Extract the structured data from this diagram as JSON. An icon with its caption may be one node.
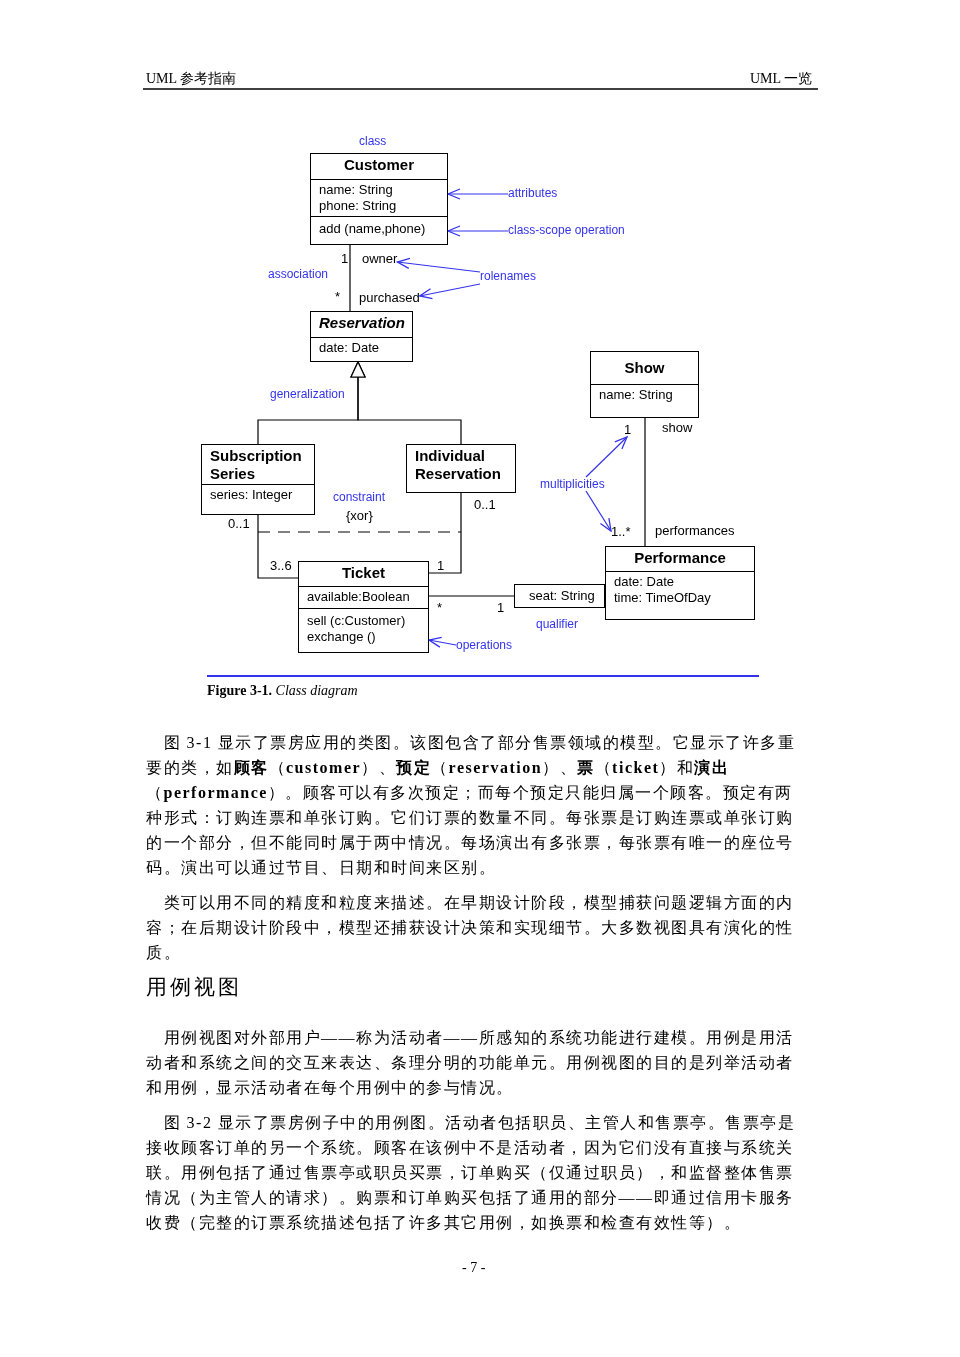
{
  "diagram": {
    "caption": "**Figure 3-1.** *Class diagram*",
    "nodes": [
      {
        "text": [
          "Customer",
          "name: String",
          "phone: String",
          "add (name,phone)"
        ],
        "beside": [
          "class"
        ]
      },
      {
        "text": [
          "Reservation",
          "date: Date"
        ]
      },
      {
        "text": [
          "Show",
          "name: String"
        ]
      },
      {
        "text": [
          "Subscription Series",
          "series: Integer"
        ]
      },
      {
        "text": [
          "Individual Reservation"
        ]
      },
      {
        "text": [
          "Ticket",
          "available:Boolean",
          "sell (c:Customer)",
          "exchange ()"
        ]
      },
      {
        "text": [
          "seat: String"
        ]
      },
      {
        "text": [
          "Performance",
          "date: Date",
          "time: TimeOfDay"
        ]
      },
      {
        "text": [
          "attributes"
        ]
      },
      {
        "text": [
          "class-scope operation"
        ]
      },
      {
        "text": [
          "owner"
        ]
      },
      {
        "text": [
          "purchased"
        ]
      },
      {
        "text": [
          "rolenames"
        ]
      },
      {
        "text": [
          "multiplicities"
        ]
      },
      {
        "text": [
          "1"
        ]
      },
      {
        "text": [
          "1..*"
        ]
      },
      {
        "text": [
          "operations"
        ]
      }
    ],
    "edges": [
      {
        "from": 0,
        "to": 1,
        "arrow": "none"
      },
      {
        "from": 3,
        "to": 1,
        "arrow": "to"
      },
      {
        "from": 4,
        "to": 1,
        "arrow": "to"
      },
      {
        "from": 3,
        "to": 5,
        "arrow": "none"
      },
      {
        "from": 4,
        "to": 5,
        "arrow": "none"
      },
      {
        "from": 5,
        "to": 6,
        "arrow": "none"
      },
      {
        "from": 2,
        "to": 7,
        "arrow": "none"
      },
      {
        "from": 8,
        "to": 0,
        "arrow": "to",
        "color": "#3333ee"
      },
      {
        "from": 9,
        "to": 0,
        "arrow": "to",
        "color": "#3333ee"
      },
      {
        "from": 12,
        "to": 10,
        "arrow": "to",
        "color": "#3333ee"
      },
      {
        "from": 12,
        "to": 11,
        "arrow": "to",
        "color": "#3333ee"
      },
      {
        "from": 13,
        "to": 14,
        "arrow": "to",
        "color": "#3333ee"
      },
      {
        "from": 13,
        "to": 15,
        "arrow": "to",
        "color": "#3333ee"
      },
      {
        "from": 16,
        "to": 5,
        "arrow": "to",
        "color": "#3333ee"
      }
    ],
    "labels": [
      "UML 参考指南",
      "UML 一览",
      "association",
      "1",
      "*",
      "generalization",
      "0..1",
      "constraint",
      "0..1",
      "{xor}",
      "3..6",
      "1",
      "*",
      "1",
      "qualifier",
      "show",
      "performances",
      "图 3-1 显示了票房应用的类图。该图包含了部分售票领域的模型。它显示了许多重要的类，如**顾客**（**customer**）、**预定**（**reservation**）、**票**（**ticket**）和**演出**（**performance**）。顾客可以有多次预定；而每个预定只能归属一个顾客。预定有两种形式：订购连票和单张订购。它们订票的数量不同。每张票是订购连票或单张订购的一个部分，但不能同时属于两中情况。每场演出有多张票，每张票有唯一的座位号码。演出可以通过节目、日期和时间来区别。",
      "类可以用不同的精度和粒度来描述。在早期设计阶段，模型捕获问题逻辑方面的内容；在后期设计阶段中，模型还捕获设计决策和实现细节。大多数视图具有演化的性质。",
      "用例视图",
      "用例视图对外部用户——称为活动者——所感知的系统功能进行建模。用例是用活动者和系统之间的交互来表达、条理分明的功能单元。用例视图的目的是列举活动者和用例，显示活动者在每个用例中的参与情况。",
      "图 3-2 显示了票房例子中的用例图。活动者包括职员、主管人和售票亭。售票亭是接收顾客订单的另一个系统。顾客在该例中不是活动者，因为它们没有直接与系统关联。用例包括了通过售票亭或职员买票，订单购买（仅通过职员），和监督整体售票情况（为主管人的请求）。购票和订单购买包括了通用的部分——即通过信用卡服务收费（完整的订票系统描述包括了许多其它用例，如换票和检查有效性等）。",
      "- 7 -"
    ]
  }
}
